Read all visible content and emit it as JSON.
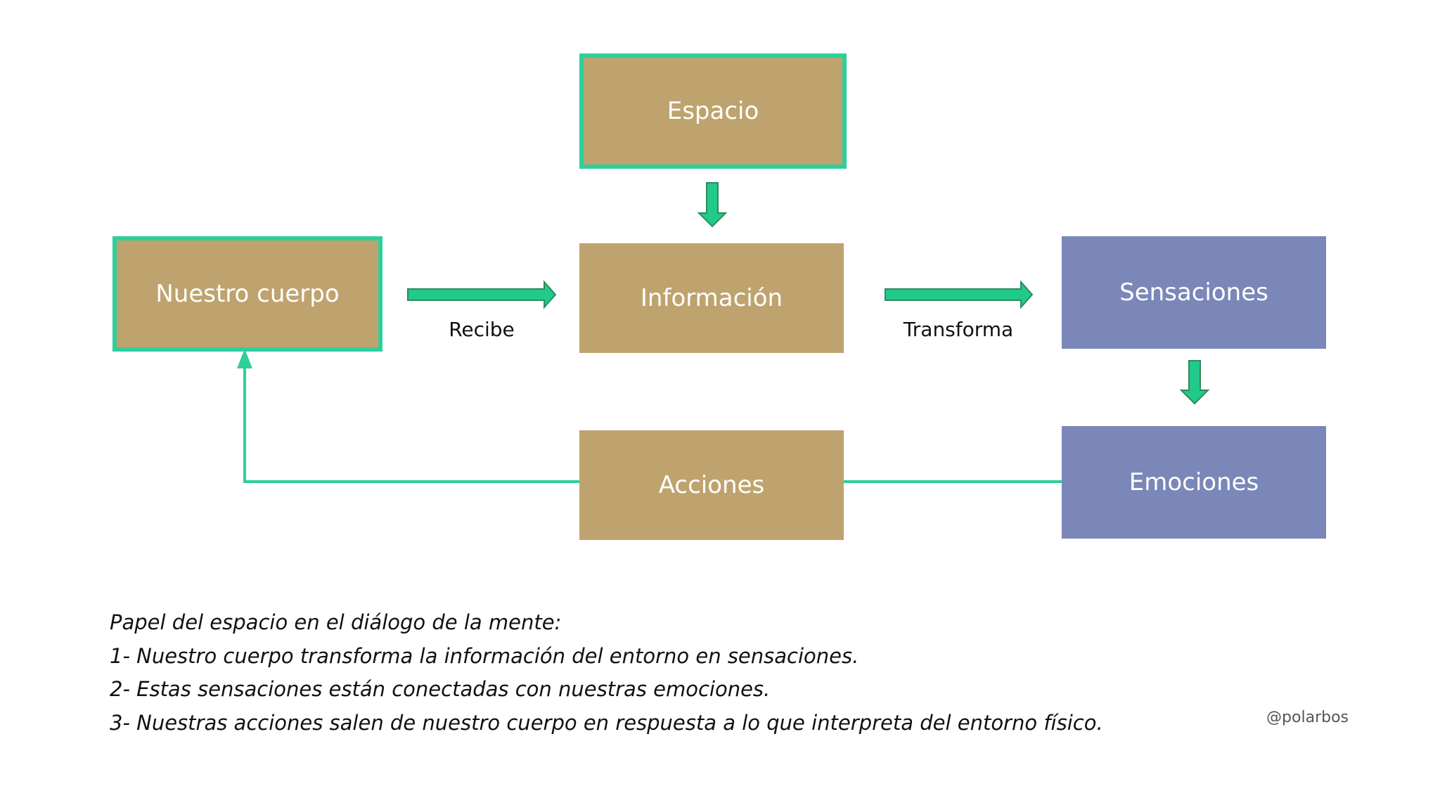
{
  "diagram": {
    "nodes": {
      "espacio": "Espacio",
      "nuestro_cuerpo": "Nuestro cuerpo",
      "informacion": "Información",
      "sensaciones": "Sensaciones",
      "acciones": "Acciones",
      "emociones": "Emociones"
    },
    "edge_labels": {
      "recibe": "Recibe",
      "transforma": "Transforma"
    },
    "colors": {
      "gold_box": "#bfa36e",
      "blue_box": "#7a87b8",
      "accent_green": "#2ecf9b",
      "arrow_fill": "#22c98c",
      "arrow_stroke": "#2e8b57"
    }
  },
  "notes": {
    "title": "Papel del espacio en el diálogo de la mente:",
    "items": [
      "1- Nuestro cuerpo transforma la información del entorno en sensaciones.",
      "2- Estas sensaciones están conectadas con nuestras emociones.",
      "3- Nuestras acciones salen de nuestro cuerpo en respuesta a lo que interpreta del entorno físico."
    ]
  },
  "credit": "@polarbos"
}
